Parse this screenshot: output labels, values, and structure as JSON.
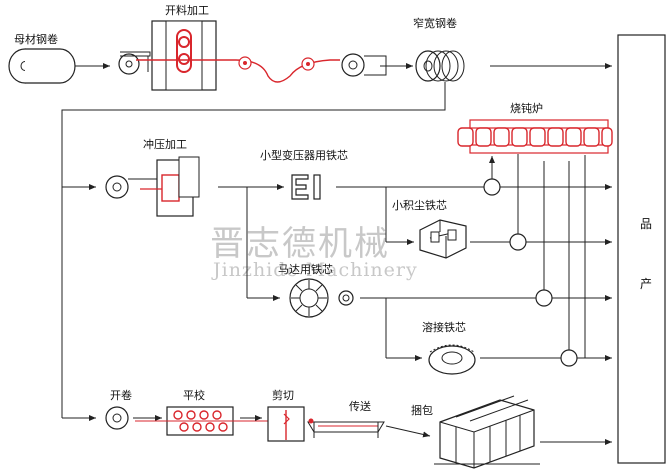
{
  "labels": {
    "parent_coil": "母材钢卷",
    "slitting": "开料加工",
    "narrow_coil": "窄宽钢卷",
    "annealing_furnace": "烧钝炉",
    "stamping": "冲压加工",
    "small_transformer_core": "小型变压器用铁芯",
    "small_core": "小积尘铁芯",
    "motor_core": "马达用铁芯",
    "welded_core": "溶接铁芯",
    "uncoil": "开卷",
    "leveling": "平校",
    "cutting": "剪切",
    "conveying": "传送",
    "bundling": "捆包",
    "product_a": "产",
    "product_b": "品"
  },
  "watermark": {
    "cn": "晋志德机械",
    "en": "Jinzhide Machinery"
  },
  "colors": {
    "line": "#222222",
    "accent": "#d9262c",
    "watermark": "#c8c8c8"
  }
}
